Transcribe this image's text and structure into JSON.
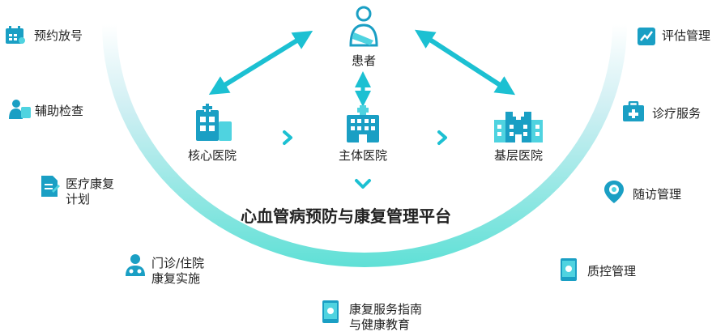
{
  "platform_title": "心血管病预防与康复管理平台",
  "nodes": {
    "patient": "患者",
    "core_hospital": "核心医院",
    "main_hospital": "主体医院",
    "primary_hospital": "基层医院"
  },
  "left_items": [
    {
      "line1": "预约放号",
      "line2": ""
    },
    {
      "line1": "辅助检查",
      "line2": ""
    },
    {
      "line1": "医疗康复",
      "line2": "计划"
    },
    {
      "line1": "门诊/住院",
      "line2": "康复实施"
    }
  ],
  "bottom_item": {
    "line1": "康复服务指南",
    "line2": "与健康教育"
  },
  "right_items": [
    {
      "line1": "评估管理"
    },
    {
      "line1": "诊疗服务"
    },
    {
      "line1": "随访管理"
    },
    {
      "line1": "质控管理"
    }
  ],
  "colors": {
    "accent": "#1cc0d2",
    "accent_light": "#6fe5dc",
    "icon_dark": "#1a9fc4"
  }
}
